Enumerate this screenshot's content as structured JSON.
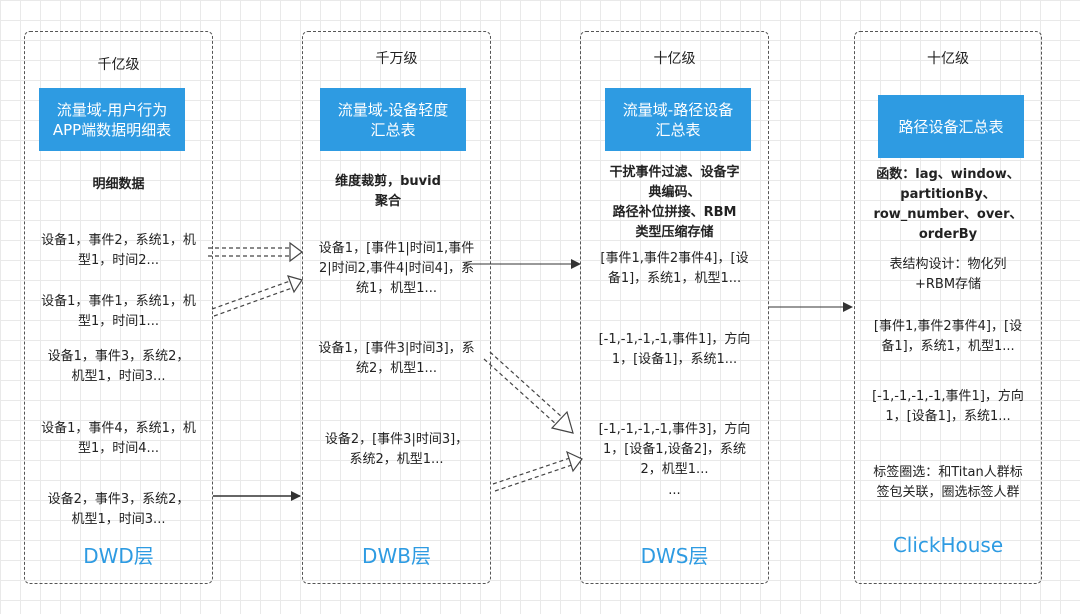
{
  "columns": [
    {
      "scale": "千亿级",
      "table": "流量域-用户行为\nAPP端数据明细表",
      "subtitle": "明细数据",
      "rows": [
        "设备1，事件2，系统1，机\n型1，时间2...",
        "设备1，事件1，系统1，机\n型1，时间1...",
        "设备1，事件3，系统2，\n机型1，时间3...",
        "设备1，事件4，系统1，机\n型1，时间4...",
        "设备2，事件3，系统2，\n机型1，时间3..."
      ],
      "layer": "DWD层"
    },
    {
      "scale": "千万级",
      "table": "流量域-设备轻度\n汇总表",
      "subtitle": "维度裁剪，buvid\n聚合",
      "rows": [
        "设备1，[事件1|时间1,事件\n2|时间2,事件4|时间4]，系\n统1，机型1...",
        "设备1，[事件3|时间3]，系\n统2，机型1...",
        "设备2，[事件3|时间3]，\n系统2，机型1..."
      ],
      "layer": "DWB层"
    },
    {
      "scale": "十亿级",
      "table": "流量域-路径设备\n汇总表",
      "subtitle": "干扰事件过滤、设备字\n典编码、\n路径补位拼接、RBM\n类型压缩存储",
      "rows": [
        "[事件1,事件2事件4]，[设\n备1]，系统1，机型1...",
        "[-1,-1,-1,-1,事件1]，方向\n1，[设备1]，系统1...",
        "[-1,-1,-1,-1,事件3]，方向\n1，[设备1,设备2]，系统\n2，机型1...",
        "..."
      ],
      "layer": "DWS层"
    },
    {
      "scale": "十亿级",
      "table": "路径设备汇总表",
      "subtitle": "函数：lag、window、\npartitionBy、\nrow_number、over、\norderBy",
      "rows": [
        "表结构设计：物化列\n+RBM存储",
        "[事件1,事件2事件4]，[设\n备1]，系统1，机型1...",
        "[-1,-1,-1,-1,事件1]，方向\n1，[设备1]，系统1...",
        "标签圈选：和Titan人群标\n签包关联，圈选标签人群"
      ],
      "layer": "ClickHouse"
    }
  ],
  "colors": {
    "accent": "#2e9be2",
    "border": "#555555",
    "arrow": "#333333"
  }
}
